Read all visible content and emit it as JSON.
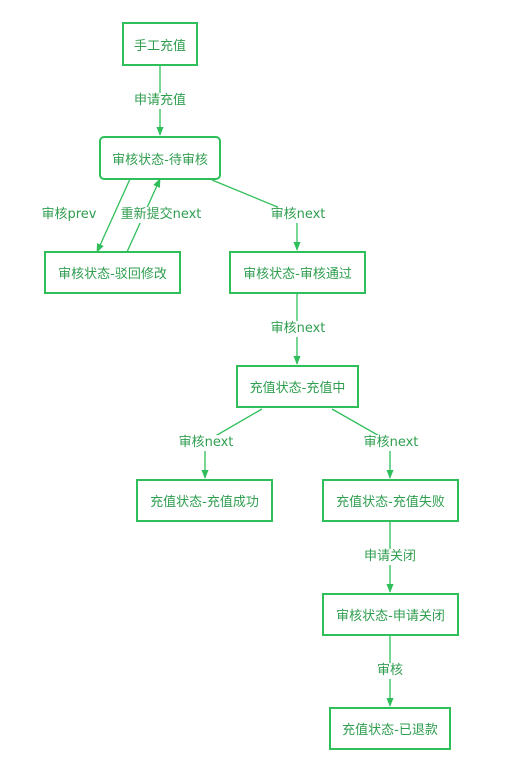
{
  "colors": {
    "accent": "#2fbf5a",
    "text": "#2f9e4f"
  },
  "nodes": {
    "manual_recharge": "手工充值",
    "review_pending": "审核状态-待审核",
    "review_rejected": "审核状态-驳回修改",
    "review_approved": "审核状态-审核通过",
    "recharging": "充值状态-充值中",
    "recharge_success": "充值状态-充值成功",
    "recharge_failed": "充值状态-充值失败",
    "review_apply_close": "审核状态-申请关闭",
    "refunded": "充值状态-已退款"
  },
  "edges": {
    "apply_recharge": "申请充值",
    "review_prev": "审核prev",
    "resubmit_next": "重新提交next",
    "review_next_1": "审核next",
    "review_next_2": "审核next",
    "review_next_3": "审核next",
    "review_next_4": "审核next",
    "apply_close": "申请关闭",
    "review": "审核"
  }
}
